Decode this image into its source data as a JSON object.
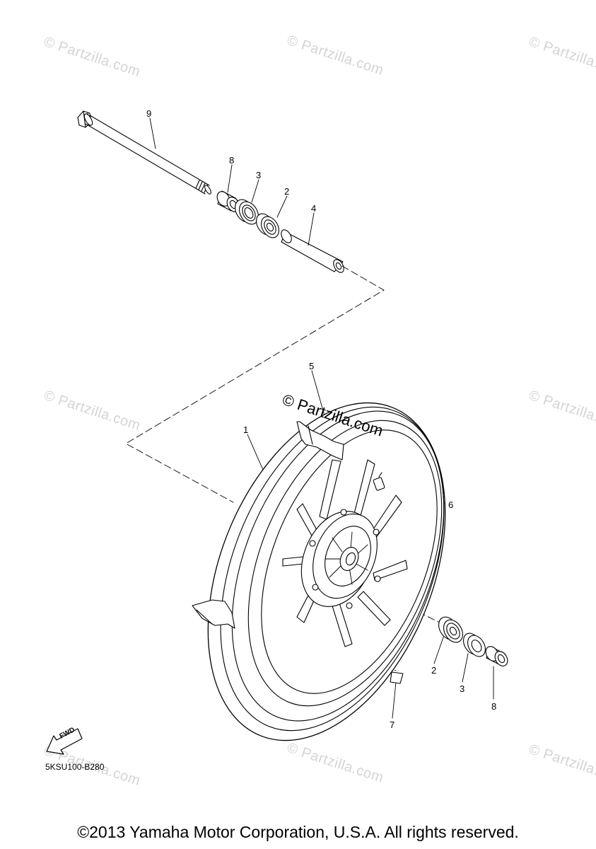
{
  "watermarks": {
    "faint": "© Partzilla.com",
    "center": "© Partzilla.com"
  },
  "callouts": {
    "c1": "1",
    "c2_top": "2",
    "c2_bottom": "2",
    "c3_top": "3",
    "c3_bottom": "3",
    "c4": "4",
    "c5": "5",
    "c6": "6",
    "c7": "7",
    "c8_top": "8",
    "c8_bottom": "8",
    "c9": "9"
  },
  "fwd_label": "FWD",
  "diagram_code": "5KSU100-B280",
  "copyright": "©2013 Yamaha Motor Corporation, U.S.A. All rights reserved.",
  "colors": {
    "line": "#000000",
    "watermark": "#d4d4d4",
    "background": "#ffffff"
  }
}
